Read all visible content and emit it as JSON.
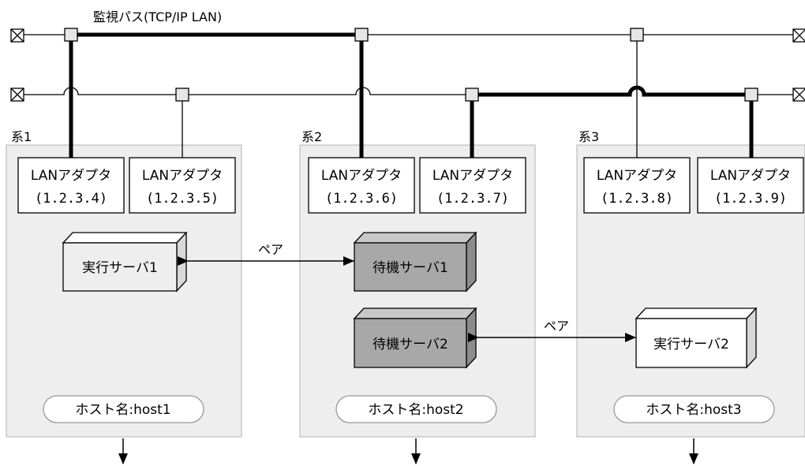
{
  "network": {
    "monitor_path_label": "監視パス(TCP/IP LAN)"
  },
  "systems": [
    {
      "label": "系1",
      "host_label": "ホスト名:host1",
      "adapters": [
        {
          "name": "LANアダプタ",
          "ip": "(1.2.3.4)"
        },
        {
          "name": "LANアダプタ",
          "ip": "(1.2.3.5)"
        }
      ]
    },
    {
      "label": "系2",
      "host_label": "ホスト名:host2",
      "adapters": [
        {
          "name": "LANアダプタ",
          "ip": "(1.2.3.6)"
        },
        {
          "name": "LANアダプタ",
          "ip": "(1.2.3.7)"
        }
      ]
    },
    {
      "label": "系3",
      "host_label": "ホスト名:host3",
      "adapters": [
        {
          "name": "LANアダプタ",
          "ip": "(1.2.3.8)"
        },
        {
          "name": "LANアダプタ",
          "ip": "(1.2.3.9)"
        }
      ]
    }
  ],
  "servers": {
    "active1": "実行サーバ1",
    "standby1": "待機サーバ1",
    "standby2": "待機サーバ2",
    "active2": "実行サーバ2"
  },
  "pairs": {
    "pair1_label": "ペア",
    "pair2_label": "ペア"
  },
  "colors": {
    "system_fill": "#eeeeee",
    "system_stroke": "#b0b0b0",
    "standby_fill": "#a8a8a8",
    "active_fill": "#ffffff",
    "box_side": "#d8d8d8"
  }
}
